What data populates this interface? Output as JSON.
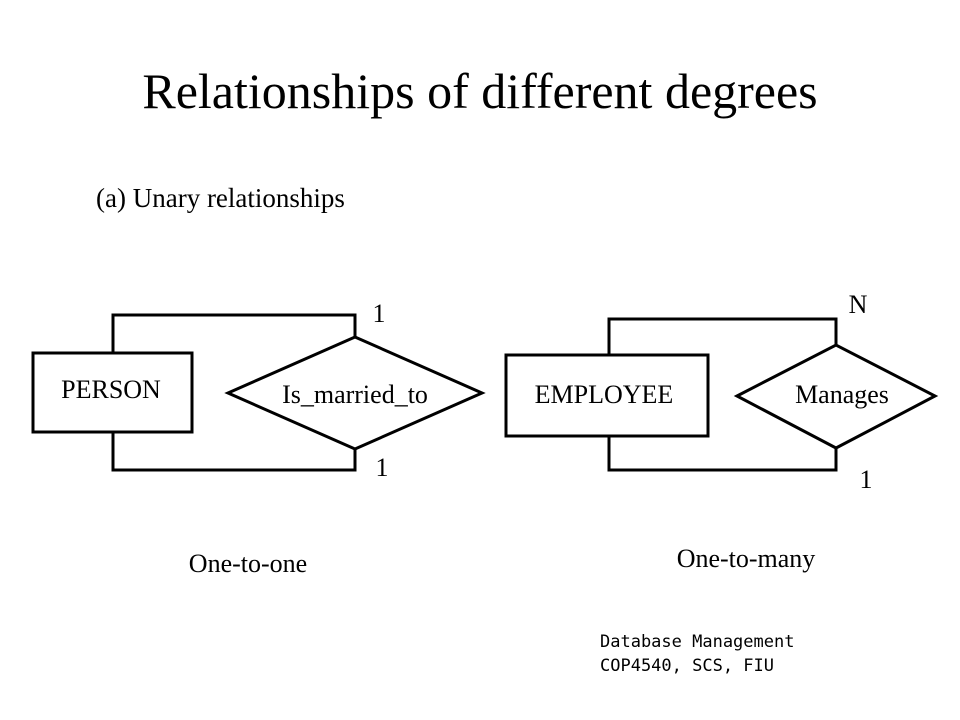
{
  "title": "Relationships of different degrees",
  "subtitle": "(a) Unary relationships",
  "diagrams": [
    {
      "entity": "PERSON",
      "relationship": "Is_married_to",
      "top_cardinality": "1",
      "bottom_cardinality": "1",
      "caption": "One-to-one"
    },
    {
      "entity": "EMPLOYEE",
      "relationship": "Manages",
      "top_cardinality": "N",
      "bottom_cardinality": "1",
      "caption": "One-to-many"
    }
  ],
  "footer": {
    "line1": "Database Management",
    "line2": "COP4540, SCS, FIU"
  }
}
